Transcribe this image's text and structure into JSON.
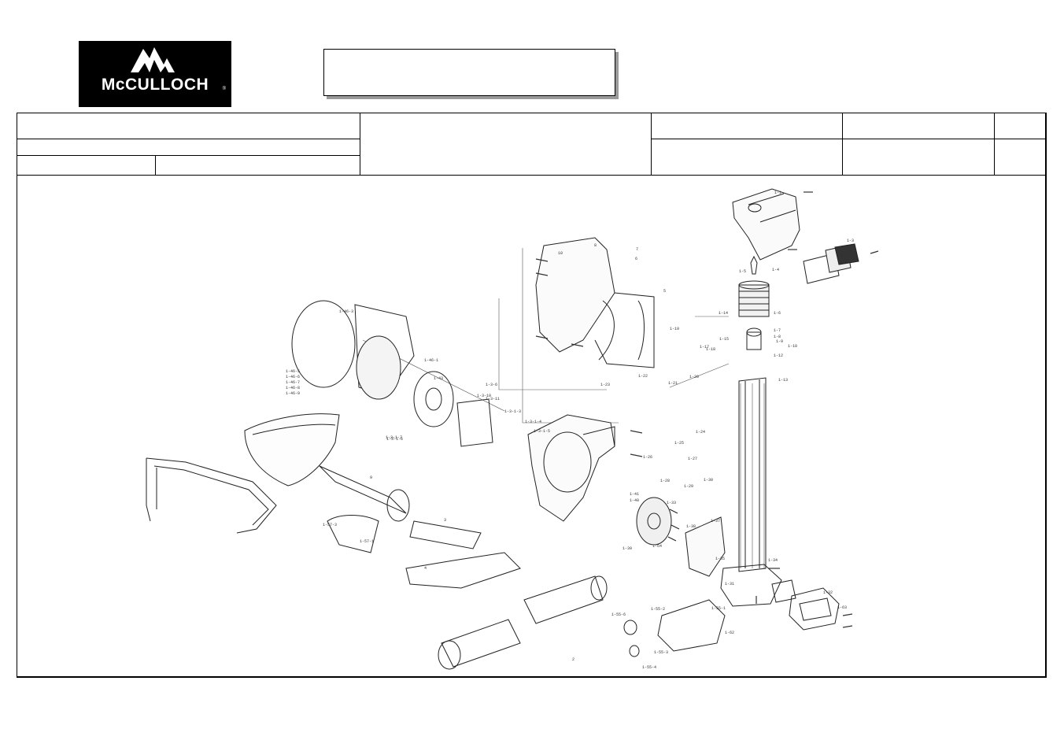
{
  "brand": {
    "name": "McCULLOCH",
    "mark": "®"
  },
  "diagram": {
    "part_labels": [
      "1-1",
      "1-3",
      "1-4",
      "1-5",
      "1-6",
      "1-7",
      "1-8",
      "1-9",
      "1-10",
      "1-12",
      "1-13",
      "1-14",
      "1-15",
      "1-17",
      "1-18",
      "1-19",
      "1-20",
      "1-21",
      "1-22",
      "1-23",
      "1-24",
      "1-25",
      "1-26",
      "1-27",
      "1-28",
      "1-29",
      "1-30",
      "1-31",
      "1-32",
      "1-33",
      "1-34",
      "1-35",
      "1-37",
      "1-38",
      "1-39",
      "1-40",
      "1-41",
      "1-43",
      "1-46-1",
      "1-46-3",
      "1-46-5",
      "1-46-6",
      "1-46-7",
      "1-46-8",
      "1-46-9",
      "1-57-1",
      "1-57-3",
      "2",
      "3",
      "4",
      "5",
      "6",
      "7",
      "8",
      "9",
      "10",
      "1-3-6",
      "1-3-10",
      "1-3-11",
      "1-3-1-3",
      "1-3-1-4",
      "1-3-1-5",
      "1-3-1-6",
      "1-3-1-7",
      "1-55-1",
      "1-55-2",
      "1-55-3",
      "1-55-4",
      "1-55-6",
      "1-62",
      "1-63",
      "1-64"
    ]
  }
}
